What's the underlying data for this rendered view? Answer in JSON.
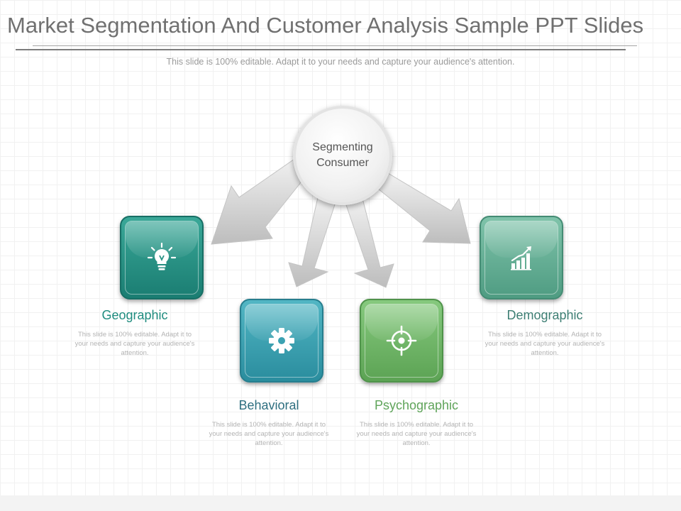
{
  "title": "Market Segmentation And Customer Analysis Sample PPT Slides",
  "subtitle": "This slide is 100% editable. Adapt it to your needs and capture your audience's attention.",
  "hub": {
    "line1": "Segmenting",
    "line2": "Consumer"
  },
  "segments": [
    {
      "label": "Geographic",
      "icon": "lightbulb-icon",
      "color": "#1f8c7f",
      "description": "This slide is 100% editable. Adapt it to your needs and capture your audience's attention."
    },
    {
      "label": "Behavioral",
      "icon": "gear-icon",
      "color": "#2e6f80",
      "description": "This slide is 100% editable. Adapt it to your needs and capture your audience's attention."
    },
    {
      "label": "Psychographic",
      "icon": "target-icon",
      "color": "#5fa45a",
      "description": "This slide is 100% editable. Adapt it to your needs and capture your audience's attention."
    },
    {
      "label": "Demographic",
      "icon": "growth-chart-icon",
      "color": "#3d7e73",
      "description": "This slide is 100% editable. Adapt it to your needs and capture your audience's attention."
    }
  ]
}
